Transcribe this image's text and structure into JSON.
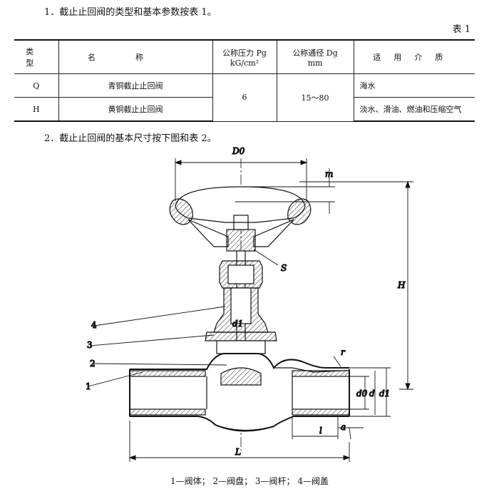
{
  "text": {
    "p1": "1．截止止回阀的类型和基本参数按表 1。",
    "table_tag": "表 1",
    "p2": "2．截止止回阀的基本尺寸按下图和表 2。",
    "caption": "1—阀体； 2—阀盘； 3—阀杆； 4—阀盖"
  },
  "table": {
    "headers": {
      "type": "类型",
      "name": "名称",
      "pressure_l1": "公称压力 Pg",
      "pressure_l2": "kG/cm²",
      "diameter_l1": "公称通径 Dg",
      "diameter_l2": "mm",
      "medium": "适用介质"
    },
    "rows": [
      {
        "type": "Q",
        "name": "青铜截止止回阀",
        "medium": "海水"
      },
      {
        "type": "H",
        "name": "黄铜截止止回阀",
        "medium": "淡水、滑油、燃油和压缩空气"
      }
    ],
    "pressure_value": "6",
    "diameter_value": "15～80"
  },
  "drawing": {
    "labels": {
      "d0_top": "D0",
      "m": "m",
      "s": "S",
      "h": "H",
      "d1_small": "d1",
      "r": "r",
      "d0_side": "d0",
      "d": "d",
      "d1_side": "d1",
      "l_small": "l",
      "a": "a",
      "l_big": "L",
      "n1": "1",
      "n2": "2",
      "n3": "3",
      "n4": "4"
    }
  }
}
